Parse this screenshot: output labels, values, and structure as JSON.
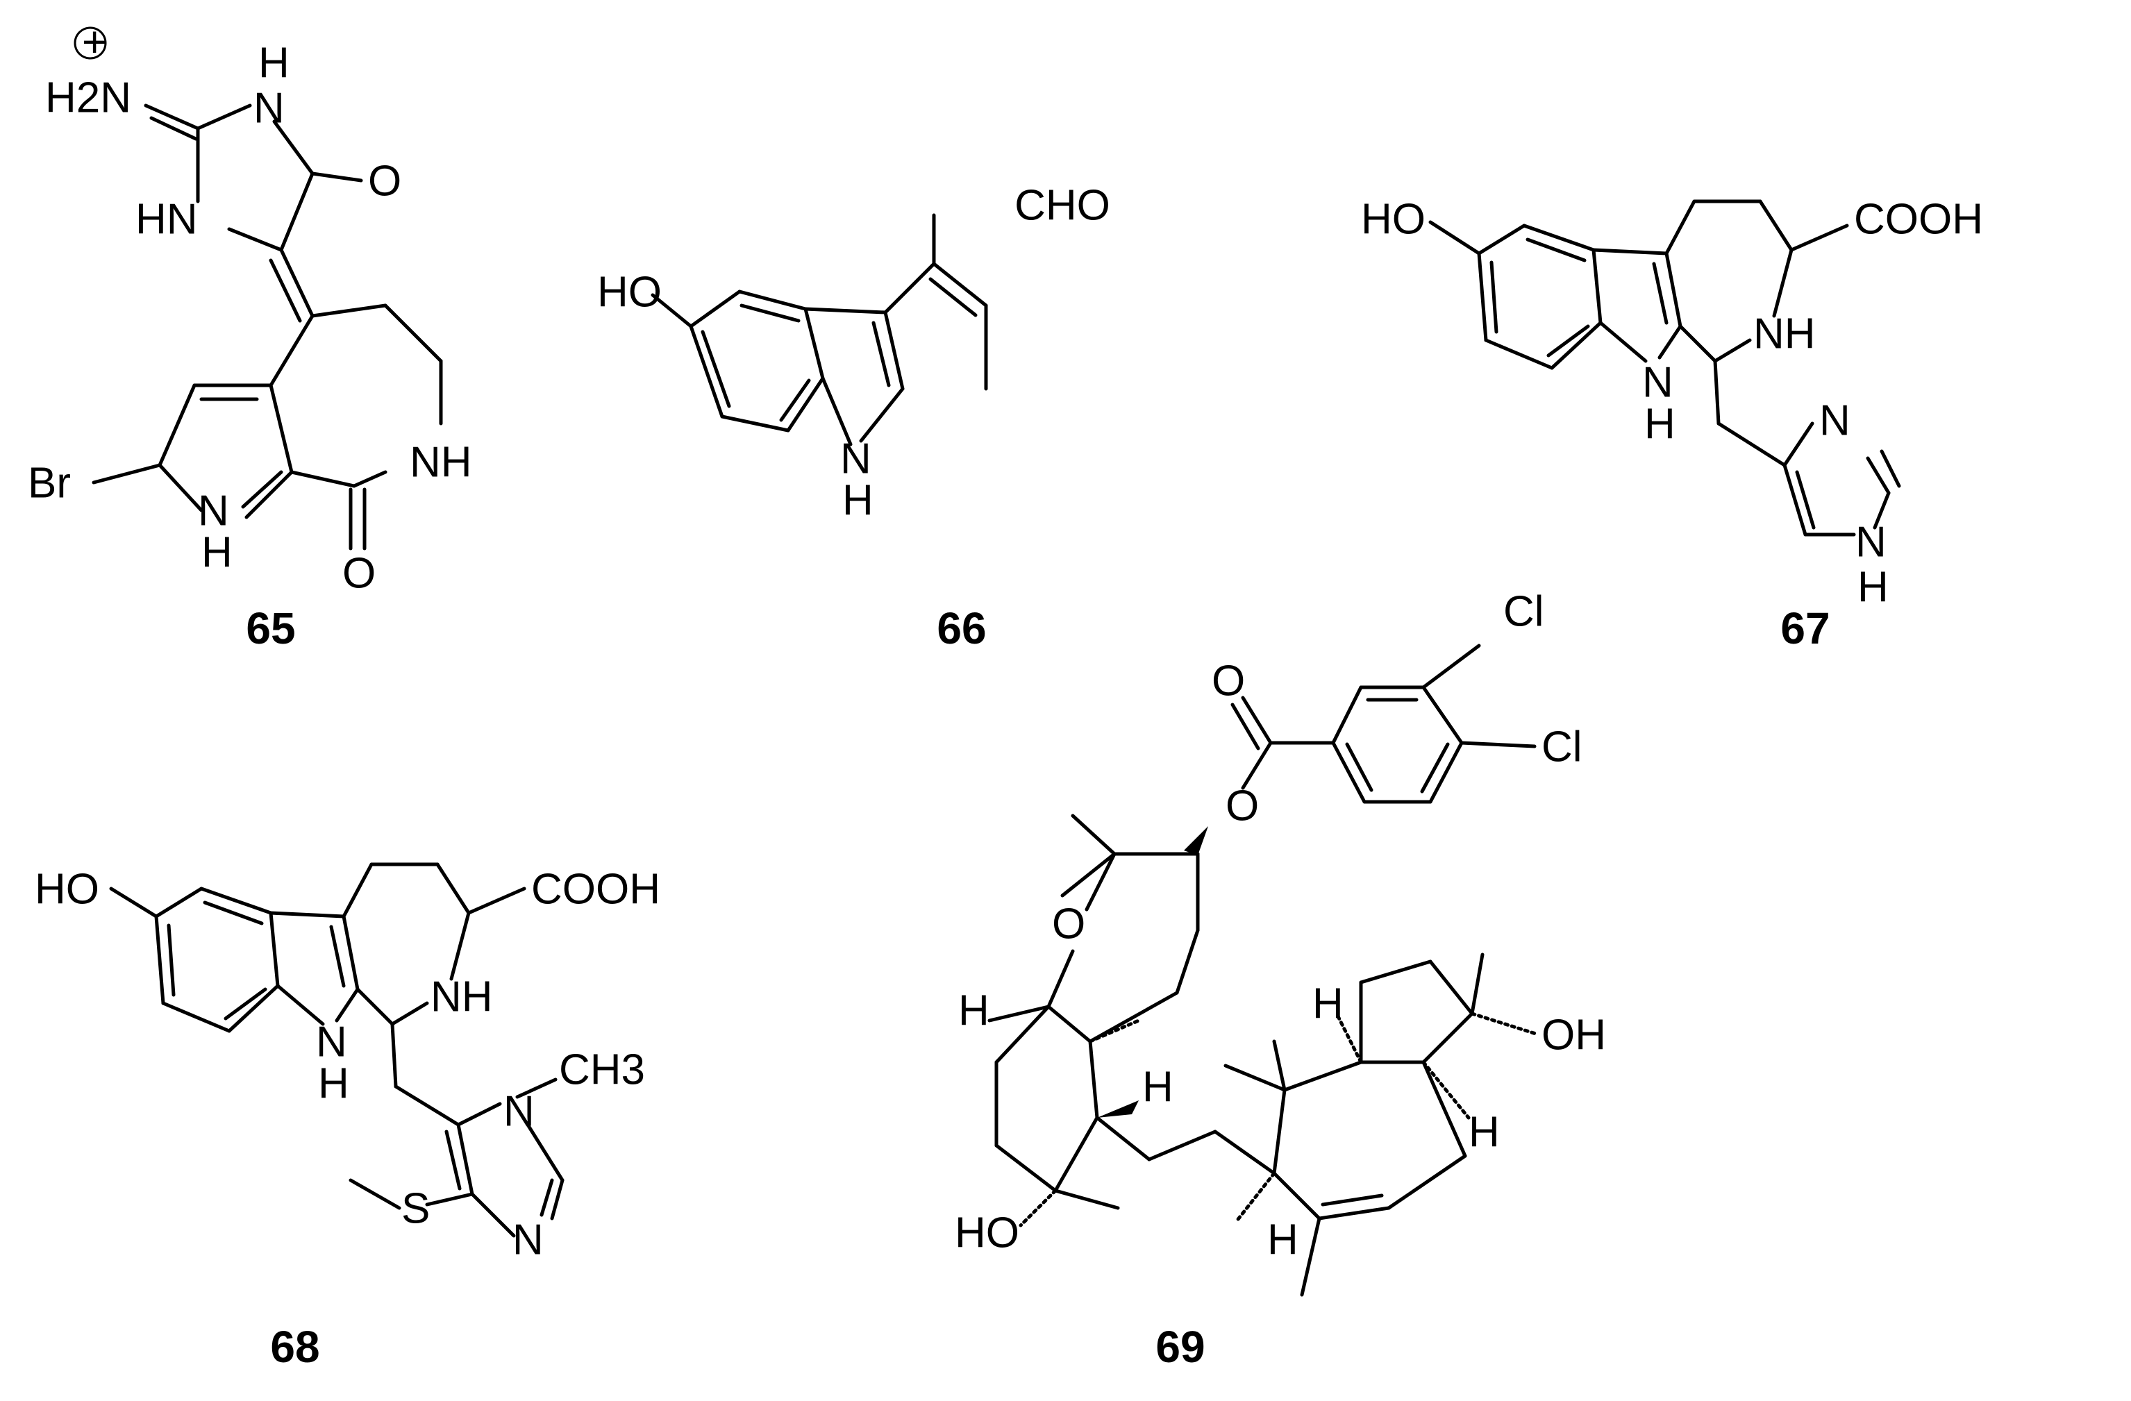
{
  "compounds": [
    {
      "id": "65",
      "label": "65",
      "atoms": {
        "charge": "+",
        "h2n": "H2N",
        "nh_top_h": "H",
        "nh_top_n": "N",
        "o_right": "O",
        "hn_left": "HN",
        "br": "Br",
        "nh_amide": "NH",
        "nh_pyrrole_n": "N",
        "nh_pyrrole_h": "H",
        "o_bottom": "O"
      }
    },
    {
      "id": "66",
      "label": "66",
      "atoms": {
        "cho": "CHO",
        "ho": "HO",
        "n": "N",
        "h": "H"
      }
    },
    {
      "id": "67",
      "label": "67",
      "atoms": {
        "ho": "HO",
        "cooh": "COOH",
        "nh": "NH",
        "n_indole": "N",
        "h_indole": "H",
        "n_imid": "N",
        "n_imid_h_n": "N",
        "n_imid_h_h": "H"
      }
    },
    {
      "id": "68",
      "label": "68",
      "atoms": {
        "ho": "HO",
        "cooh": "COOH",
        "nh": "NH",
        "n_indole": "N",
        "h_indole": "H",
        "ch3": "CH3",
        "n_methyl": "N",
        "s": "S",
        "n_imid": "N"
      }
    },
    {
      "id": "69",
      "label": "69",
      "atoms": {
        "cl1": "Cl",
        "cl2": "Cl",
        "o_carbonyl": "O",
        "o_ester": "O",
        "o_ring": "O",
        "h1": "H",
        "h2": "H",
        "ho_bottom": "HO",
        "h3": "H",
        "oh_right": "OH",
        "h4": "H",
        "h5": "H"
      }
    }
  ],
  "colors": {
    "ink": "#000000",
    "background": "#ffffff"
  }
}
